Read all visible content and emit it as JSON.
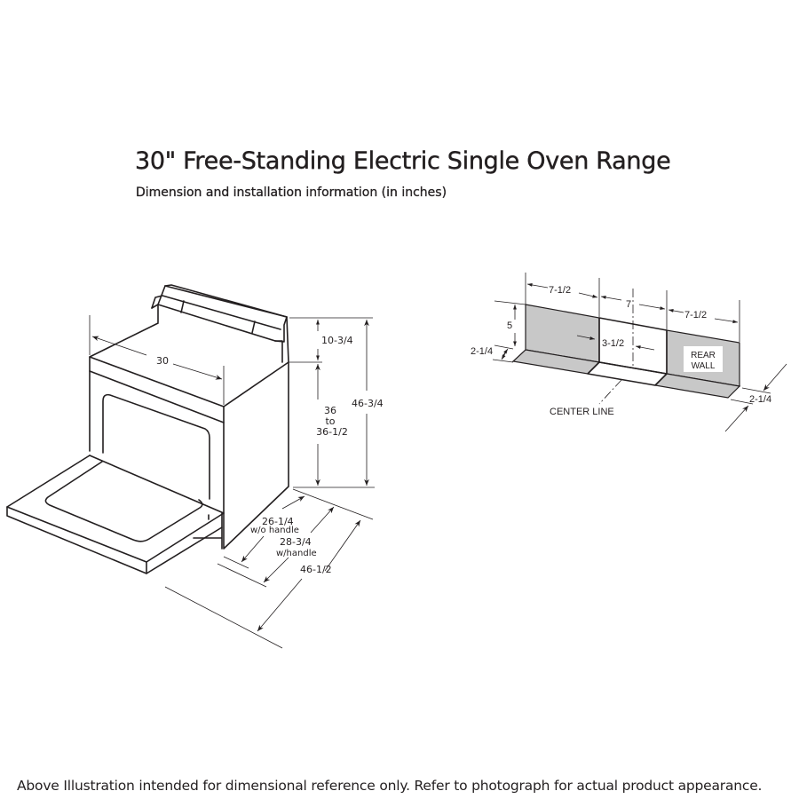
{
  "header": {
    "title": "30\" Free-Standing Electric Single Oven Range",
    "subtitle": "Dimension and installation information (in inches)"
  },
  "range_diagram": {
    "width_label": "30",
    "backguard_height_label": "10-3/4",
    "cooktop_height_label_line1": "36",
    "cooktop_height_label_line2": "to",
    "cooktop_height_label_line3": "36-1/2",
    "overall_height_label": "46-3/4",
    "depth_no_handle_value": "26-1/4",
    "depth_no_handle_note": "w/o handle",
    "depth_handle_value": "28-3/4",
    "depth_handle_note": "w/handle",
    "depth_door_open_label": "46-1/2"
  },
  "rear_wall_diagram": {
    "left_width_label": "7-1/2",
    "center_width_label": "7",
    "right_width_label": "7-1/2",
    "height_label": "5",
    "left_depth_label": "2-1/4",
    "offset_label": "3-1/2",
    "rear_wall_line1": "REAR",
    "rear_wall_line2": "WALL",
    "right_depth_label": "2-1/4",
    "center_line_label": "CENTER LINE"
  },
  "footer": {
    "disclaimer": "Above Illustration intended for dimensional reference only. Refer to photograph for actual product appearance."
  },
  "colors": {
    "ink": "#231f20",
    "panel_gray": "#c8c8c8",
    "background": "#ffffff"
  }
}
